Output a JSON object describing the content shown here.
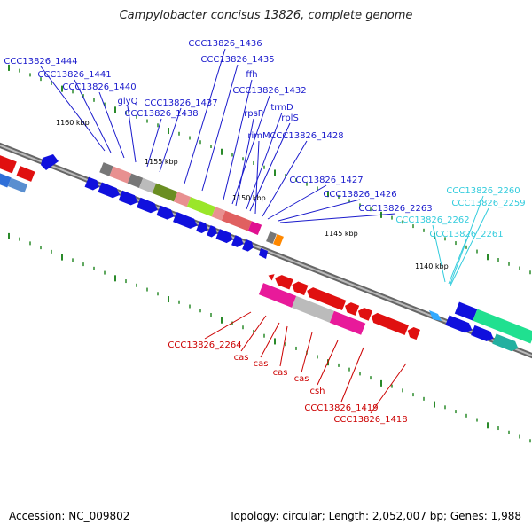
{
  "title": "Campylobacter concisus 13826, complete genome",
  "footer": {
    "accession": "Accession: NC_009802",
    "summary": "Topology: circular; Length: 2,052,007 bp; Genes: 1,988"
  },
  "colors": {
    "forward_label": "#1a1acc",
    "reverse_label": "#cc0000",
    "rna_label": "#33ccdd",
    "backbone": "#777777",
    "tick": "#2a8a2a"
  },
  "ticks": [
    "1160 kbp",
    "1155 kbp",
    "1150 kbp",
    "1145 kbp",
    "1140 kbp"
  ],
  "forward_labels": [
    "CCC13826_1444",
    "CCC13826_1441",
    "CCC13826_1440",
    "glyQ",
    "CCC13826_1437",
    "CCC13826_1438",
    "CCC13826_1436",
    "CCC13826_1435",
    "ffh",
    "CCC13826_1432",
    "rpsP",
    "trmD",
    "rplS",
    "rimM",
    "CCC13826_1428",
    "CCC13826_1427",
    "CCC13826_1426",
    "CCC13826_2263"
  ],
  "rna_labels": [
    "CCC13826_2260",
    "CCC13826_2259",
    "CCC13826_2262",
    "CCC13826_2261"
  ],
  "reverse_labels": [
    "CCC13826_2264",
    "cas",
    "cas",
    "cas",
    "cas",
    "csh",
    "CCC13826_1419",
    "CCC13826_1418"
  ]
}
